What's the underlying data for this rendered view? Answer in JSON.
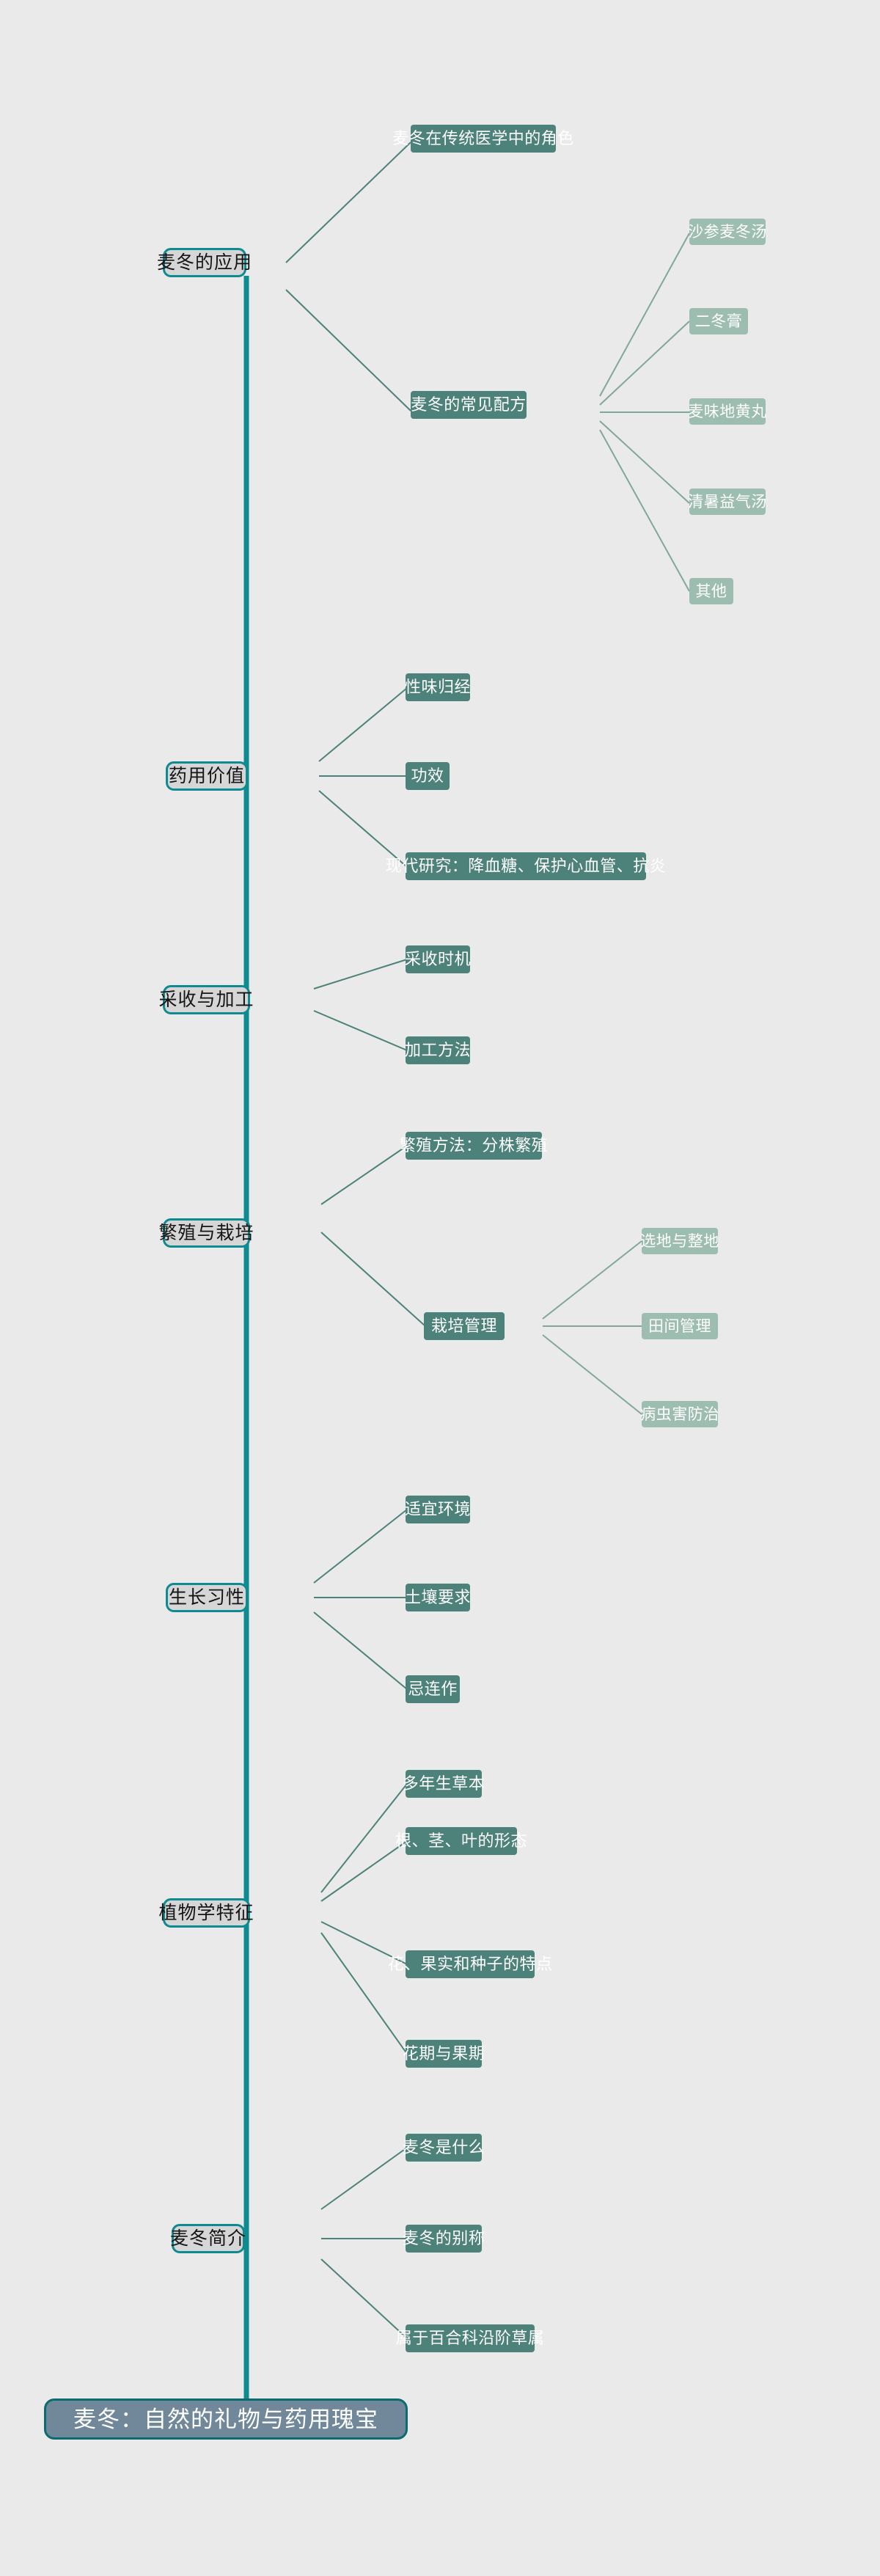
{
  "diagram": {
    "type": "mindmap",
    "title": "麦冬：自然的礼物与药用瑰宝",
    "background_color": "#eaeaea",
    "colors": {
      "trunk": "#0e8a91",
      "root_fill": "#70889a",
      "root_stroke": "#0b6b6e",
      "level1_fill": "#d6d6d6",
      "level1_stroke": "#0e8a91",
      "level2_fill": "#4c8279",
      "level3_fill": "#9dbdb1",
      "connector": "#4c8279",
      "text_dark": "#141414",
      "text_light": "#ffffff"
    }
  },
  "root": {
    "label": "麦冬：自然的礼物与药用瑰宝"
  },
  "branches": [
    {
      "id": "yingyong",
      "label": "麦冬的应用",
      "children": [
        {
          "label": "麦冬在传统医学中的角色",
          "children": []
        },
        {
          "label": "麦冬的常见配方",
          "children": [
            {
              "label": "沙参麦冬汤"
            },
            {
              "label": "二冬膏"
            },
            {
              "label": "麦味地黄丸"
            },
            {
              "label": "清暑益气汤"
            },
            {
              "label": "其他"
            }
          ]
        }
      ]
    },
    {
      "id": "yaoyong",
      "label": "药用价值",
      "children": [
        {
          "label": "性味归经",
          "children": []
        },
        {
          "label": "功效",
          "children": []
        },
        {
          "label": "现代研究：降血糖、保护心血管、抗炎",
          "children": []
        }
      ]
    },
    {
      "id": "caishou",
      "label": "采收与加工",
      "children": [
        {
          "label": "采收时机",
          "children": []
        },
        {
          "label": "加工方法",
          "children": []
        }
      ]
    },
    {
      "id": "fanzhi",
      "label": "繁殖与栽培",
      "children": [
        {
          "label": "繁殖方法：分株繁殖",
          "children": []
        },
        {
          "label": "栽培管理",
          "children": [
            {
              "label": "选地与整地"
            },
            {
              "label": "田间管理"
            },
            {
              "label": "病虫害防治"
            }
          ]
        }
      ]
    },
    {
      "id": "shengzhang",
      "label": "生长习性",
      "children": [
        {
          "label": "适宜环境",
          "children": []
        },
        {
          "label": "土壤要求",
          "children": []
        },
        {
          "label": "忌连作",
          "children": []
        }
      ]
    },
    {
      "id": "zhiwuxue",
      "label": "植物学特征",
      "children": [
        {
          "label": "多年生草本",
          "children": []
        },
        {
          "label": "根、茎、叶的形态",
          "children": []
        },
        {
          "label": "花、果实和种子的特点",
          "children": []
        },
        {
          "label": "花期与果期",
          "children": []
        }
      ]
    },
    {
      "id": "jianjie",
      "label": "麦冬简介",
      "children": [
        {
          "label": "麦冬是什么",
          "children": []
        },
        {
          "label": "麦冬的别称",
          "children": []
        },
        {
          "label": "属于百合科沿阶草属",
          "children": []
        }
      ]
    }
  ]
}
